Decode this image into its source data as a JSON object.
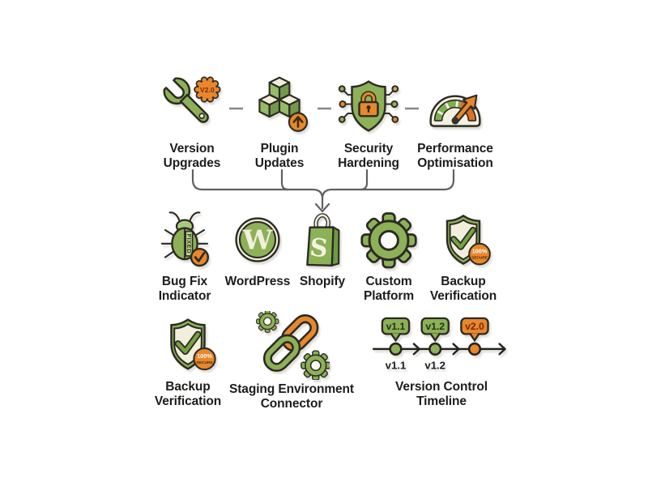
{
  "palette": {
    "green": "#8cb156",
    "green_dark": "#6e9a43",
    "green_light": "#aac87f",
    "cream": "#f2eedd",
    "orange": "#e8872b",
    "outline": "#2b2a24",
    "text": "#1d1c1a",
    "connector": "#5f6062"
  },
  "flow": {
    "rows": [
      {
        "items": [
          {
            "name": "version-upgrades",
            "label": "Version\nUpgrades",
            "badge": "V2.0"
          },
          {
            "name": "plugin-updates",
            "label": "Plugin\nUpdates"
          },
          {
            "name": "security-hardening",
            "label": "Security\nHardening"
          },
          {
            "name": "performance-optimisation",
            "label": "Performance\nOptimisation"
          }
        ]
      },
      {
        "items": [
          {
            "name": "bug-fix-indicator",
            "label": "Bug Fix\nIndicator",
            "badge": "FIXED"
          },
          {
            "name": "wordpress",
            "label": "WordPress",
            "letter": "W"
          },
          {
            "name": "shopify",
            "label": "Shopify",
            "letter": "S"
          },
          {
            "name": "custom-platform",
            "label": "Custom\nPlatform"
          },
          {
            "name": "backup-verification",
            "label": "Backup\nVerification",
            "badge_line1": "100%",
            "badge_line2": "SECURE"
          }
        ]
      },
      {
        "items": [
          {
            "name": "backup-verification",
            "label": "Backup\nVerification",
            "badge_line1": "100%",
            "badge_line2": "SECURE"
          },
          {
            "name": "staging-environment-connector",
            "label": "Staging Environment\nConnector"
          },
          {
            "name": "version-control-timeline",
            "label": "Version Control\nTimeline"
          }
        ]
      }
    ]
  },
  "timeline": {
    "tags": [
      "v1.1",
      "v1.2",
      "v2.0"
    ],
    "axis_labels": [
      "v1.1",
      "v1.2"
    ]
  }
}
